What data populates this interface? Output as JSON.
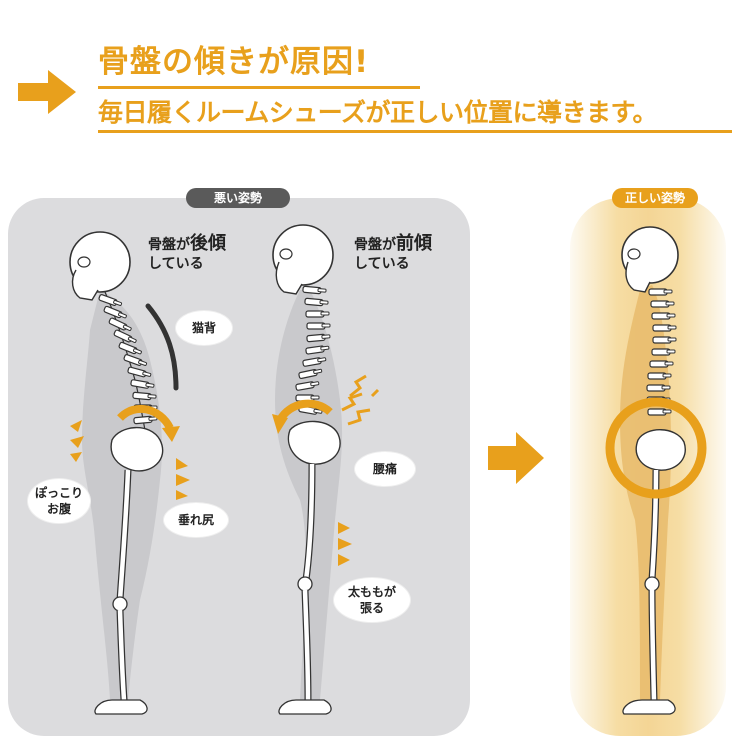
{
  "header": {
    "title": "骨盤の傾きが原因!",
    "subtitle": "毎日履くルームシューズが正しい位置に導きます。"
  },
  "panels": {
    "bad": {
      "label": "悪い姿勢",
      "figure1": {
        "note_a": "骨盤が",
        "note_b": "後傾",
        "note_c": "している"
      },
      "figure2": {
        "note_a": "骨盤が",
        "note_b": "前傾",
        "note_c": "している"
      }
    },
    "good": {
      "label": "正しい姿勢"
    }
  },
  "callouts": {
    "neko": "猫背",
    "pokkori_1": "ぽっこり",
    "pokkori_2": "お腹",
    "tare": "垂れ尻",
    "youtsu": "腰痛",
    "futo_1": "太ももが",
    "futo_2": "張る"
  },
  "colors": {
    "accent": "#e8a01c",
    "panel_bad": "#dcdcde",
    "pill_bad": "#5a5a5a"
  },
  "icons": [
    "arrow-right-icon",
    "rotate-back-arrow-icon",
    "rotate-forward-arrow-icon",
    "pain-spark-icon",
    "chevron-icon",
    "posture-ring-icon"
  ]
}
